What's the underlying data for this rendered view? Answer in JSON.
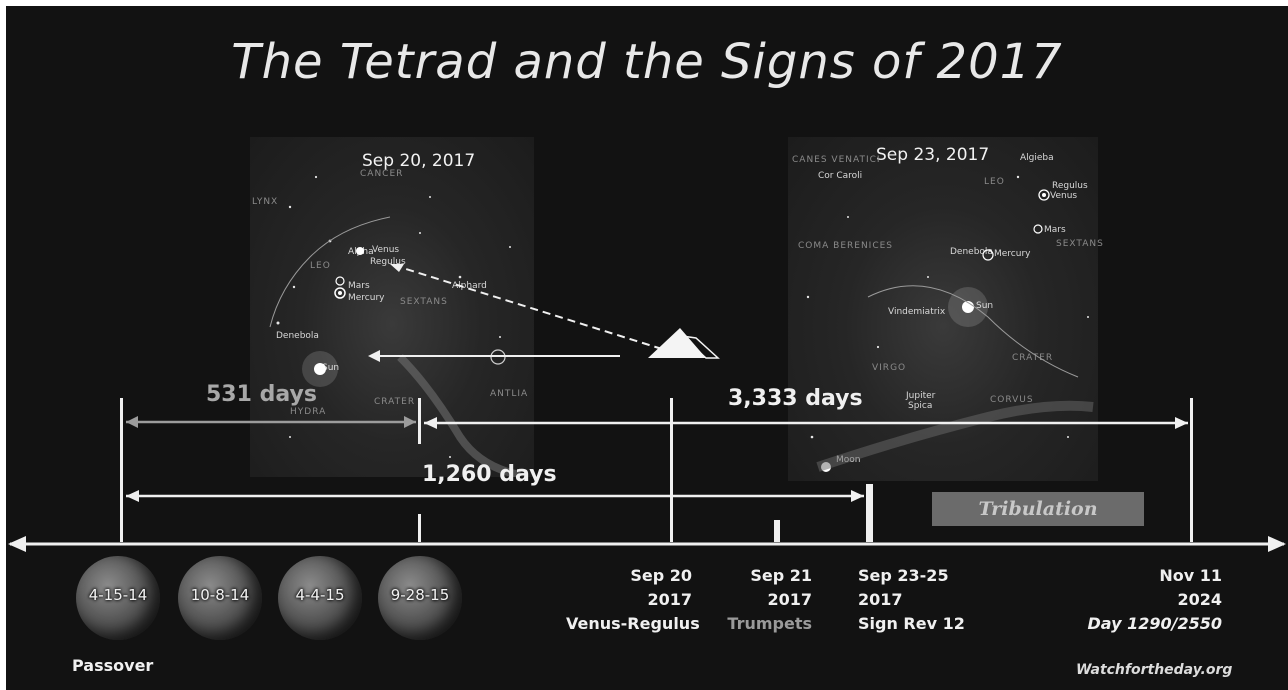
{
  "title": "The Tetrad and the Signs of 2017",
  "sky_left": {
    "date": "Sep 20, 2017",
    "labels": [
      "Alpha",
      "Venus",
      "Regulus",
      "Mars",
      "Mercury",
      "Alphard",
      "Denebola",
      "Sun",
      "LEO",
      "CANCER",
      "CRATER",
      "SEXTANS",
      "LYNX",
      "HYDRA",
      "ANTLIA"
    ]
  },
  "sky_right": {
    "date": "Sep 23, 2017",
    "labels": [
      "Algieba",
      "Cor Caroli",
      "LEO",
      "Regulus",
      "Venus",
      "Mars",
      "COMA BERENICES",
      "Denebola",
      "Mercury",
      "SEXTANS",
      "Vindemiatrix",
      "Sun",
      "VIRGO",
      "CRATER",
      "Jupiter",
      "Spica",
      "CORVUS",
      "Moon",
      "CANES VENATICI"
    ]
  },
  "spans": {
    "d531": "531 days",
    "d3333": "3,333 days",
    "d1260": "1,260 days"
  },
  "tribulation": "Tribulation",
  "moons": [
    "4-15-14",
    "10-8-14",
    "4-4-15",
    "9-28-15"
  ],
  "passover": "Passover",
  "events": {
    "sep20": [
      "Sep 20",
      "2017",
      "Venus-Regulus"
    ],
    "sep21": [
      "Sep 21",
      "2017",
      "Trumpets"
    ],
    "sep23": [
      "Sep 23-25",
      "2017",
      "Sign Rev 12"
    ],
    "nov11": [
      "Nov 11",
      "2024",
      "Day 1290/2550"
    ]
  },
  "credit": "Watchfortheday.org"
}
